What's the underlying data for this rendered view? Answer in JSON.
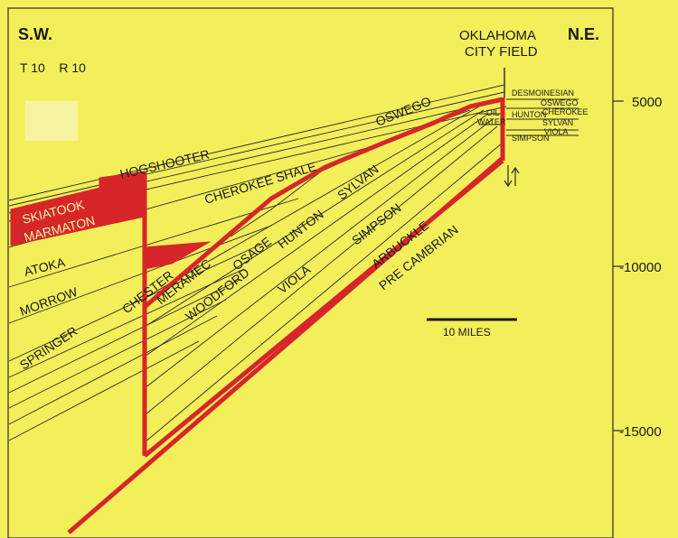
{
  "header": {
    "left_title": "S.W.",
    "township": "T 10    R 10",
    "field_name_line1": "OKLAHOMA",
    "field_name_line2": "CITY FIELD",
    "right_title": "N.E."
  },
  "depth_axis": {
    "ticks": [
      "5000",
      "-10000",
      "-15000"
    ]
  },
  "scale_bar": {
    "label": "10 MILES"
  },
  "formations": {
    "hogshooter": "HOGSHOOTER",
    "skiatook": "SKIATOOK",
    "marmaton": "MARMATON",
    "atoka": "ATOKA",
    "morrow": "MORROW",
    "springer": "SPRINGER",
    "chester": "CHESTER",
    "meramec": "MERAMEC",
    "osage": "OSAGE",
    "woodford": "WOODFORD",
    "hunton": "HUNTON",
    "viola": "VIOLA",
    "sylvan": "SYLVAN",
    "simpson": "SIMPSON",
    "arbuckle": "ARBUCKLE",
    "pre_cambrian": "PRE CAMBRIAN",
    "cherokee_shale": "CHEROKEE SHALE",
    "oswego": "OSWEGO"
  },
  "field_detail": {
    "oil": "OIL",
    "water": "WATER",
    "desmoinesian": "DESMOINESIAN",
    "oswego": "OSWEGO",
    "hunton": "HUNTON",
    "cherokee": "CHEROKEE",
    "sylvan": "SYLVAN",
    "viola": "VIOLA",
    "simpson": "SIMPSON"
  },
  "colors": {
    "background": "#f3ef5a",
    "red_unit": "#d6262a",
    "line": "#2a2a2a"
  }
}
